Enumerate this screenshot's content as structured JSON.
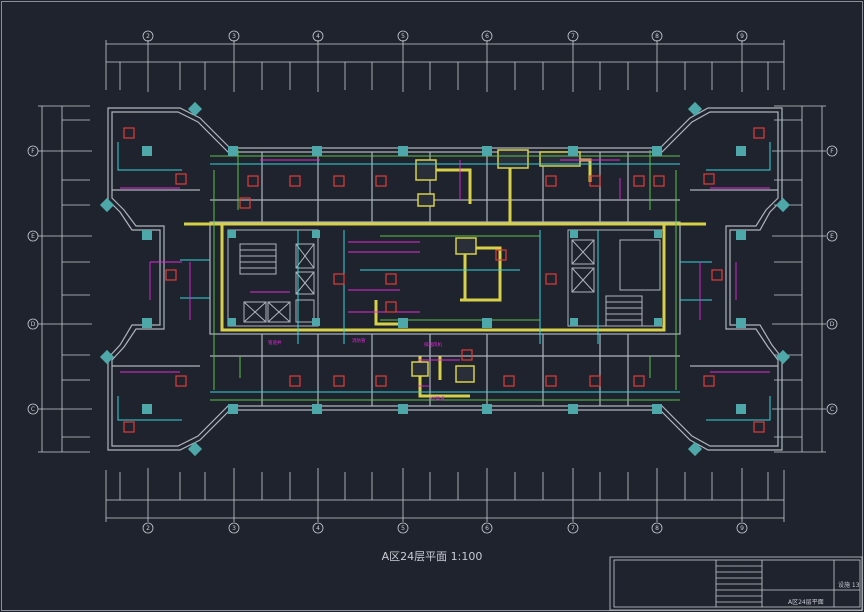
{
  "drawing": {
    "caption": "A区24层平面 1:100",
    "title_block": {
      "sheet_label": "设施 13",
      "sheet_title": "A区24层平面"
    }
  },
  "axes": {
    "columns": [
      "2",
      "3",
      "4",
      "5",
      "6",
      "7",
      "8",
      "9"
    ],
    "rows": [
      "F",
      "E",
      "D",
      "C"
    ]
  },
  "labels": {
    "lbl_a": "消防管",
    "lbl_b": "管道井",
    "lbl_c": "排烟风机",
    "lbl_d": "XF管道"
  },
  "colors": {
    "background": "#1f232d",
    "wall": "#aeb3bd",
    "duct": "#d7d04a",
    "pipe_cyan": "#36d3d9",
    "pipe_green": "#5bc04a",
    "pipe_magenta": "#e02bd8",
    "equipment_red": "#e23b3b",
    "grid": "#c8cbd2"
  }
}
